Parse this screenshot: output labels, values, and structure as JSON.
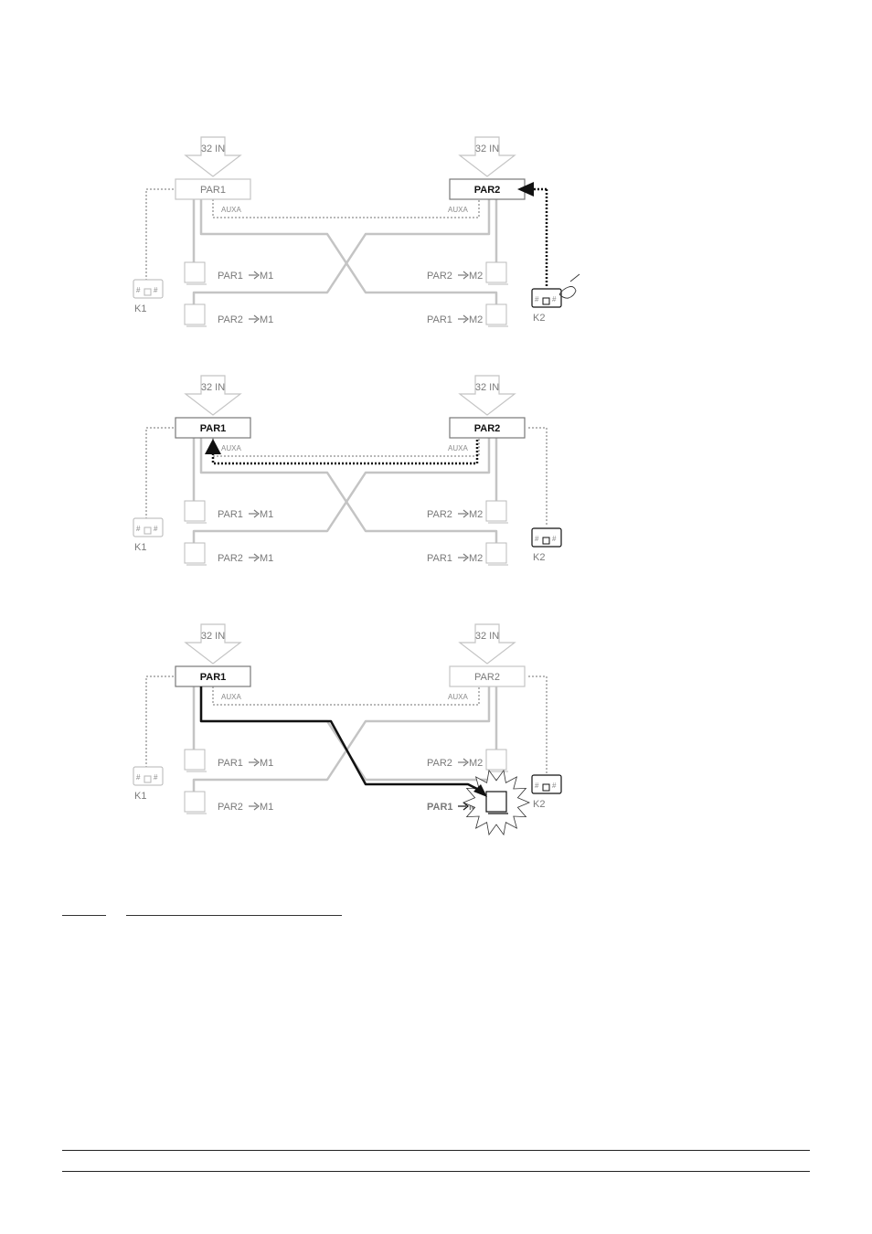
{
  "colors": {
    "light": "#c4c4c4",
    "dotted_light": "#b8b8b8",
    "dark": "#111111",
    "text_light": "#7a7a7a",
    "text_dark": "#111111"
  },
  "input_label": "32 IN",
  "processor_1": "PAR1",
  "processor_2": "PAR2",
  "aux_label": "AUXA",
  "keypad_1": "K1",
  "keypad_2": "K2",
  "monitor_labels": {
    "p1_m1": "PAR1",
    "p2_m1": "PAR2",
    "p2_m2": "PAR2",
    "p1_m2": "PAR1",
    "m1": "M1",
    "m2": "M2"
  },
  "icons": {
    "input_arrow": "down-arrow-icon",
    "keypad": "keypad-icon",
    "monitor": "monitor-icon",
    "hand": "hand-press-icon",
    "burst": "starburst-icon"
  }
}
